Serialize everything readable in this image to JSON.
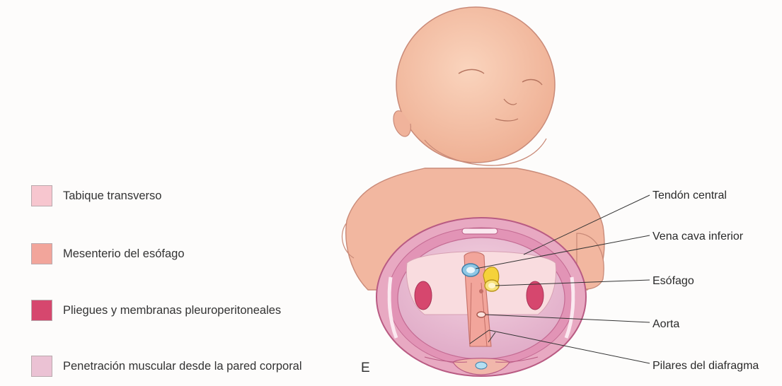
{
  "legend": {
    "items": [
      {
        "label": "Tabique transverso",
        "color": "#f7c6cf"
      },
      {
        "label": "Mesenterio del esófago",
        "color": "#f2a59b"
      },
      {
        "label": "Pliegues y membranas pleuroperitoneales",
        "color": "#d6476e"
      },
      {
        "label": "Penetración muscular desde la pared corporal",
        "color": "#ebc2d4"
      }
    ]
  },
  "figure": {
    "panel_letter": "E",
    "callouts": {
      "tendon": "Tendón central",
      "vena_cava": "Vena cava inferior",
      "esofago": "Esófago",
      "aorta": "Aorta",
      "pilares": "Pilares del diafragma"
    }
  },
  "colors": {
    "skin": "#f6c3a8",
    "skin_shadow": "#eaa98c",
    "outline": "#c98a78"
  }
}
